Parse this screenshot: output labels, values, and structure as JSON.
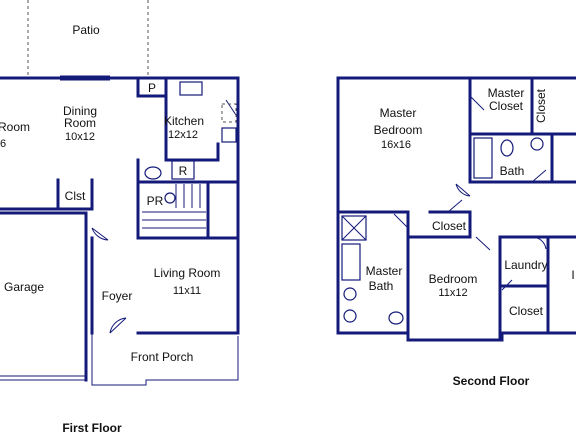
{
  "first_floor": {
    "caption": "First Floor",
    "rooms": {
      "patio": {
        "name": "Patio"
      },
      "family_room": {
        "name": "Room",
        "size": "6"
      },
      "dining_room": {
        "name_line1": "Dining",
        "name_line2": "Room",
        "size": "10x12"
      },
      "pantry": {
        "name": "P"
      },
      "kitchen": {
        "name": "Kitchen",
        "size": "12x12"
      },
      "closet": {
        "name": "Clst"
      },
      "refrigerator": {
        "name": "R"
      },
      "powder_room": {
        "name": "PR"
      },
      "garage": {
        "name": "Garage"
      },
      "living_room": {
        "name": "Living Room",
        "size": "11x11"
      },
      "foyer": {
        "name": "Foyer"
      },
      "front_porch": {
        "name": "Front Porch"
      }
    }
  },
  "second_floor": {
    "caption": "Second Floor",
    "rooms": {
      "master_bedroom": {
        "name_line1": "Master",
        "name_line2": "Bedroom",
        "size": "16x16"
      },
      "master_closet": {
        "name_line1": "Master",
        "name_line2": "Closet"
      },
      "closet_vertical": {
        "name": "Closet"
      },
      "bath": {
        "name": "Bath"
      },
      "hall_closet": {
        "name": "Closet"
      },
      "master_bath": {
        "name_line1": "Master",
        "name_line2": "Bath"
      },
      "bedroom": {
        "name": "Bedroom",
        "size": "11x12"
      },
      "laundry": {
        "name": "Laundry"
      },
      "closet_small": {
        "name": "Closet"
      },
      "edge_room": {
        "name": "I"
      }
    }
  }
}
